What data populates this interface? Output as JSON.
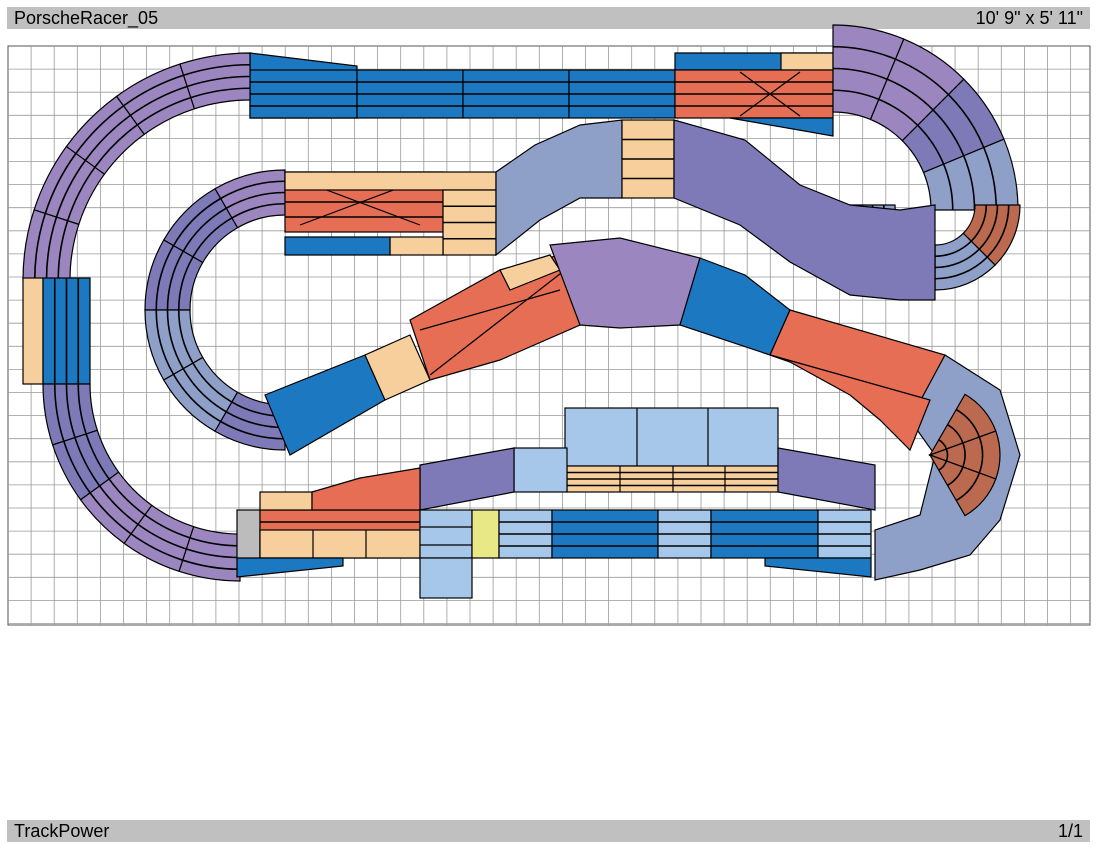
{
  "header": {
    "title": "PorscheRacer_05",
    "dimensions": "10' 9\" x 5' 11\""
  },
  "footer": {
    "label": "TrackPower",
    "page": "1/1"
  },
  "colors": {
    "curve_purple": "#9b86bf",
    "curve_slate": "#7e7ab8",
    "curve_blue": "#8e9fc8",
    "straight_blue": "#1c78c0",
    "lane_change_red": "#e56e55",
    "crossover_brown": "#bb6a50",
    "peach": "#f7cf9d",
    "light_blue": "#a6c6ea",
    "yellow": "#e9e887",
    "gray": "#bcbcbc",
    "grid": "#9a9a9a"
  }
}
